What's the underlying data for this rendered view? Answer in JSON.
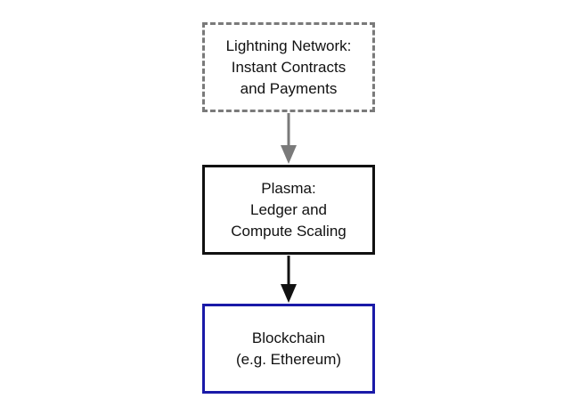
{
  "nodes": {
    "lightning": {
      "lines": [
        "Lightning Network:",
        "Instant Contracts",
        "and Payments"
      ],
      "border_style": "dashed",
      "border_color": "#7a7a7a"
    },
    "plasma": {
      "lines": [
        "Plasma:",
        "Ledger and",
        "Compute Scaling"
      ],
      "border_style": "solid",
      "border_color": "#111111"
    },
    "blockchain": {
      "lines": [
        "Blockchain",
        "(e.g. Ethereum)"
      ],
      "border_style": "solid",
      "border_color": "#1a1aa8"
    }
  },
  "edges": [
    {
      "from": "lightning",
      "to": "plasma",
      "color": "#7a7a7a"
    },
    {
      "from": "plasma",
      "to": "blockchain",
      "color": "#111111"
    }
  ]
}
